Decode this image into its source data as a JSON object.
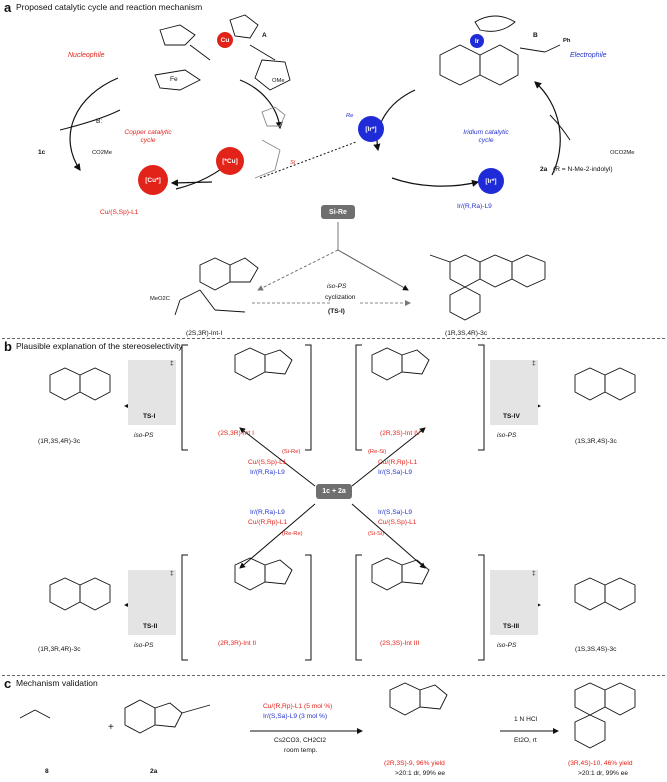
{
  "panel_a": {
    "letter": "a",
    "title": "Proposed catalytic cycle and reaction mechanism",
    "label_A": "A",
    "label_B": "B",
    "nucleophile": "Nucleophile",
    "electrophile": "Electrophile",
    "fe": "Fe",
    "cu": "Cu",
    "ir": "Ir",
    "ph": "Ph",
    "ome": "OMe",
    "cu_cycle": "Copper catalytic cycle",
    "ir_cycle": "Iridium catalytic cycle",
    "cu_star_ball": "[*Cu]",
    "cu_plus_ball": "[Cu*]",
    "ir_plus_ball": "[Ir*]",
    "ir_ball_bottom": "[Ir*]",
    "si_re": "Si-Re",
    "re_label": "Re",
    "si_label": "Si",
    "base": "B:",
    "imine_1c": "1c",
    "reactant_2a": "2a",
    "reactant_2a_note": "(R = N-Me-2-indolyl)",
    "cu_ligand": "Cu/(S,Sp)-L1",
    "ir_ligand": "Ir/(R,Ra)-L9",
    "iso_ps": "iso-PS",
    "cyclization": "cyclization",
    "ts_i": "(TS-I)",
    "int_i": "(2S,3R)-Int-I",
    "product_3c": "(1R,3S,4R)-3c",
    "co2me": "CO2Me",
    "meo2c": "MeO2C",
    "oco2me": "OCO2Me"
  },
  "panel_b": {
    "letter": "b",
    "title": "Plausible explanation of the stereoselectivity",
    "center": "1c + 2a",
    "ts_labels": [
      "TS-I",
      "TS-IV",
      "TS-II",
      "TS-III"
    ],
    "double_dagger": "‡",
    "products": [
      "(1R,3S,4R)-3c",
      "(1S,3R,4S)-3c",
      "(1R,3R,4R)-3c",
      "(1S,3S,4S)-3c"
    ],
    "ints": [
      "(2S,3R)-Int I",
      "(2R,3S)-Int IV",
      "(2R,3R)-Int II",
      "(2S,3S)-Int III"
    ],
    "iso_ps": "iso-PS",
    "arrows": [
      {
        "face": "(Si-Re)",
        "cu": "Cu/(S,Sp)-L1",
        "ir": "Ir/(R,Ra)-L9"
      },
      {
        "face": "(Re-Si)",
        "cu": "Cu/(R,Rp)-L1",
        "ir": "Ir/(S,Sa)-L9"
      },
      {
        "face": "(Re-Re)",
        "ir": "Ir/(R,Ra)-L9",
        "cu": "Cu/(R,Rp)-L1"
      },
      {
        "face": "(Si-Si)",
        "ir": "Ir/(S,Sa)-L9",
        "cu": "Cu/(S,Sp)-L1"
      }
    ]
  },
  "panel_c": {
    "letter": "c",
    "title": "Mechanism validation",
    "compound_8": "8",
    "compound_2a": "2a",
    "plus": "+",
    "cond1": "Cu/(R,Rp)-L1 (5 mol %)",
    "cond2": "Ir/(S,Sa)-L9 (3 mol %)",
    "cond3": "Cs2CO3, CH2Cl2",
    "cond4": "room temp.",
    "cond5": "1 N HCl",
    "cond6": "Et2O, rt",
    "prod9_a": "(2R,3S)-9, 96% yield",
    "prod9_b": ">20:1 dr, 99% ee",
    "prod10_a": "(3R,4S)-10, 46% yield",
    "prod10_b": ">20:1 dr, 99% ee"
  },
  "colors": {
    "cu": "#e2231a",
    "ir": "#1f2bd6",
    "ts_box": "#e4e4e4"
  }
}
